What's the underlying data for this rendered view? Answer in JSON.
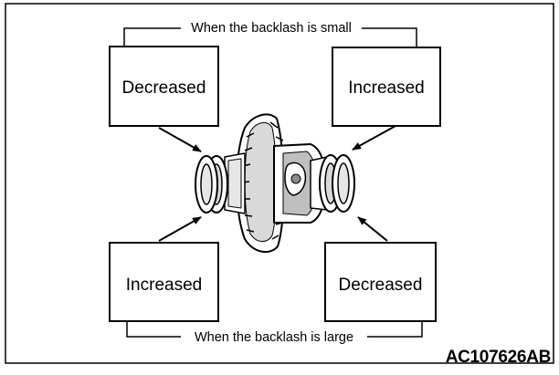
{
  "captions": {
    "small": "When the backlash is small",
    "large": "When the backlash is large"
  },
  "boxes": {
    "top_left": "Decreased",
    "top_right": "Increased",
    "bottom_left": "Increased",
    "bottom_right": "Decreased"
  },
  "figure_code": "AC107626AB",
  "colors": {
    "ink": "#000000",
    "paper": "#ffffff"
  }
}
